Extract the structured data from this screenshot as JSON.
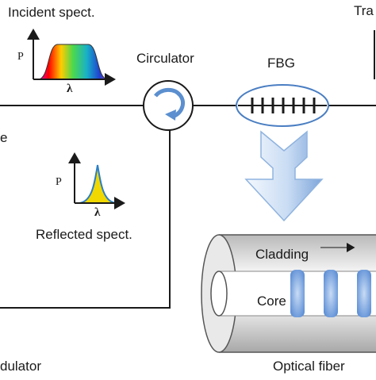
{
  "labels": {
    "incident_spectrum": "Incident spect.",
    "transmitted_partial": "Tra",
    "circulator": "Circulator",
    "fbg": "FBG",
    "reflected_spectrum": "Reflected spect.",
    "cladding": "Cladding",
    "core": "Core",
    "optical_fiber": "Optical fiber",
    "modulator_partial": "dulator",
    "left_edge_partial": "e"
  },
  "axes": {
    "power_symbol": "P",
    "wavelength_symbol": "λ"
  },
  "colors": {
    "line": "#1a1a1a",
    "circulator_arrow": "#5b8fcf",
    "fbg_outline": "#4a7ec2",
    "arrow_light": "#e8f0fb",
    "arrow_dark": "#8fb3df",
    "grating_band": "#6f9fdc",
    "fiber_outer": "#cfcfcf",
    "fiber_core": "#ffffff"
  },
  "icons": [
    "circulator-icon",
    "fbg-grating-icon",
    "down-arrow-icon",
    "fiber-cylinder-icon"
  ]
}
